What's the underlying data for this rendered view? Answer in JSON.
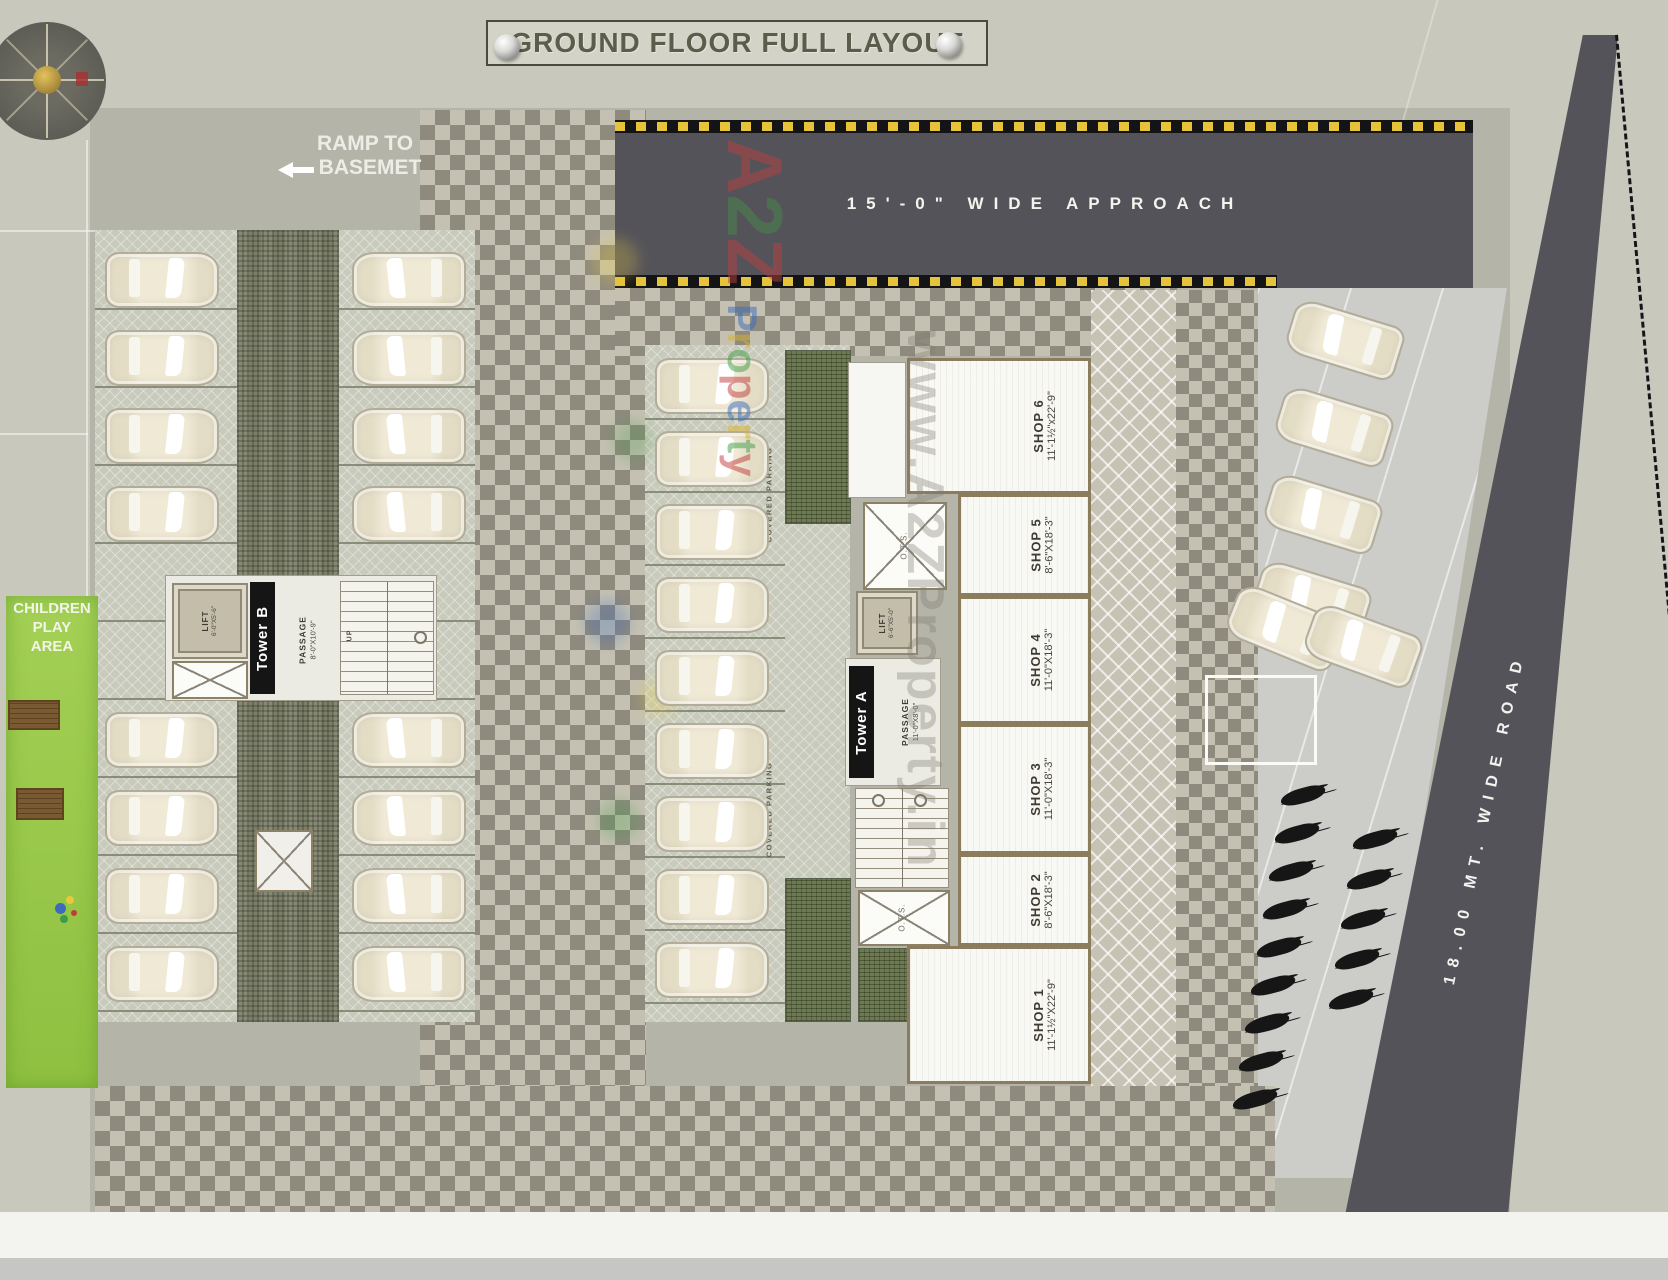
{
  "title": "GROUND FLOOR FULL LAYOUT",
  "labels": {
    "ramp_line1": "RAMP TO",
    "ramp_line2": "BASEMET",
    "approach_road": "15'-0\" WIDE APPROACH",
    "wide_road": "18.00 MT. WIDE ROAD",
    "play_line1": "CHILDREN",
    "play_line2": "PLAY",
    "play_line3": "AREA",
    "covered_parking": "COVERED PARKING",
    "up": "UP",
    "ots": "O.T.S."
  },
  "towers": {
    "b": {
      "name": "Tower B",
      "passage": "PASSAGE",
      "passage_dim": "8'-0\"X10'-9\"",
      "lift": "LIFT",
      "lift_dim": "6'-0\"X5'-6\""
    },
    "a": {
      "name": "Tower A",
      "passage": "PASSAGE",
      "passage_dim": "11'-0\"X8'-0\"",
      "lift": "LIFT",
      "lift_dim": "6'-6\"X5'-0\""
    }
  },
  "shops": [
    {
      "name": "SHOP 1",
      "dim": "11'-1½\"X22'-9\""
    },
    {
      "name": "SHOP 2",
      "dim": "8'-6\"X18'-3\""
    },
    {
      "name": "SHOP 3",
      "dim": "11'-0\"X18'-3\""
    },
    {
      "name": "SHOP 4",
      "dim": "11'-0\"X18'-3\""
    },
    {
      "name": "SHOP 5",
      "dim": "8'-6\"X18'-3\""
    },
    {
      "name": "SHOP 6",
      "dim": "11'-1½\"x22'-9\""
    }
  ],
  "watermark": {
    "a2z": "A2Z",
    "property": "Property",
    "url": "www.A2ZProperty.in"
  },
  "colors": {
    "road": "#54535a",
    "hazard_yellow": "#e6c33a",
    "grass": "#9dcb4d",
    "shop_bg": "#f8f8f4",
    "shop_border": "#8b7c5e",
    "checker_dark": "#8e8a7e",
    "checker_light": "#c5c1b2",
    "watermark_red": "#b84040",
    "watermark_green": "#4a8a4a"
  }
}
